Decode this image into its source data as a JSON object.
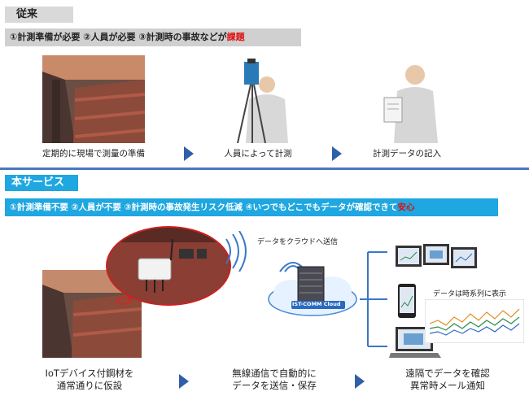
{
  "before": {
    "tag": "従来",
    "issues": "①計測準備が必要 ②人員が必要 ③計測時の事故などが",
    "issues_highlight": "課題",
    "steps": [
      "定期的に現場で測量の準備",
      "人員によって計測",
      "計測データの記入"
    ]
  },
  "service": {
    "tag": "本サービス",
    "benefits": "①計測準備不要 ②人員が不要 ③計測時の事故発生リスク低減 ④いつでもどこでもデータが確認できて",
    "benefits_highlight": "安心",
    "cloud_send_label": "データをクラウドへ送信",
    "cloud_label": "IST-COMM Cloud",
    "timeseries_label": "データは時系列に表示",
    "steps": [
      {
        "line1": "IoTデバイス付鋼材を",
        "line2": "通常通りに仮設"
      },
      {
        "line1": "無線通信で自動的に",
        "line2": "データを送信・保存"
      },
      {
        "line1": "遠隔でデータを確認",
        "line2": "異常時メール通知"
      }
    ]
  },
  "colors": {
    "accent": "#1ea7e0",
    "arrow": "#2f5fa8",
    "highlight": "#e01010",
    "gray": "#d9d9d9"
  }
}
